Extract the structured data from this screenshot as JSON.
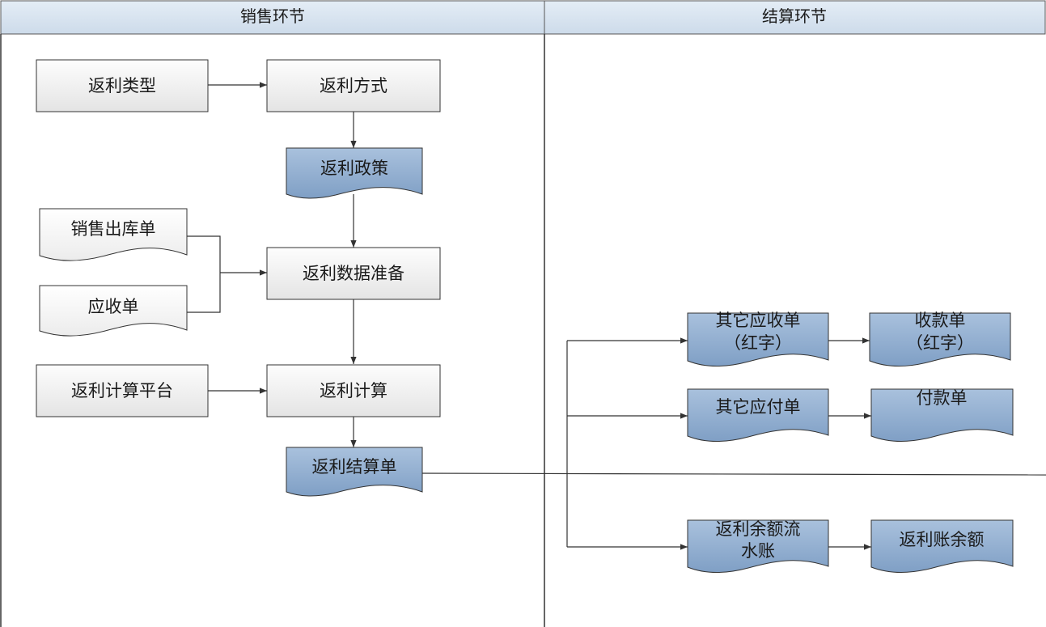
{
  "lanes": {
    "sales": "销售环节",
    "settlement": "结算环节"
  },
  "nodes": {
    "rebate_type": "返利类型",
    "rebate_method": "返利方式",
    "rebate_policy": "返利政策",
    "sales_outbound": "销售出库单",
    "receivable": "应收单",
    "data_prep": "返利数据准备",
    "calc_platform": "返利计算平台",
    "calc": "返利计算",
    "settlement_doc": "返利结算单",
    "other_receivable": [
      "其它应收单",
      "（红字）"
    ],
    "receipt": [
      "收款单",
      "（红字）"
    ],
    "other_payable": "其它应付单",
    "payment": "付款单",
    "balance_flow": [
      "返利余额流",
      "水账"
    ],
    "account_balance": "返利账余额"
  },
  "colors": {
    "process_fill_top": "#fdfdfd",
    "process_fill_bottom": "#e4e4e4",
    "document_fill_top": "#a9c1dd",
    "document_fill_bottom": "#7f9fc5",
    "header_fill": "#dae6f2",
    "stroke": "#333333"
  }
}
